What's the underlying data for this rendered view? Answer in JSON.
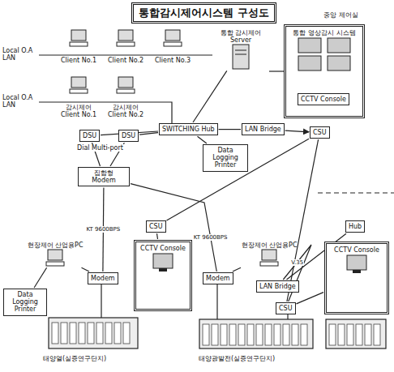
{
  "diagram": {
    "title": "통합감시제어시스템 구성도",
    "nodes": [
      {
        "text": [
          "Client No.1"
        ]
      },
      {
        "text": [
          "Client No.2"
        ]
      },
      {
        "text": [
          "Client No.3"
        ]
      },
      {
        "text": [
          "감시제어 Client No.1"
        ]
      },
      {
        "text": [
          "감시제어 Client No.2"
        ]
      },
      {
        "text": [
          "통합 감시제어 Server"
        ]
      },
      {
        "text": [
          "통합 영상감시 시스템"
        ]
      },
      {
        "text": [
          "CCTV Console"
        ],
        "in": 6
      },
      {
        "text": [
          "SWITCHING Hub"
        ]
      },
      {
        "text": [
          "Data Logging Printer"
        ]
      },
      {
        "text": [
          "LAN Bridge"
        ]
      },
      {
        "text": [
          "CSU"
        ]
      },
      {
        "text": [
          "DSU"
        ]
      },
      {
        "text": [
          "DSU"
        ]
      },
      {
        "text": [
          "집합형 Modem"
        ]
      },
      {
        "text": [
          "현장제어 산업용PC"
        ]
      },
      {
        "text": [
          "Modem"
        ]
      },
      {
        "text": [
          "Data Logging Printer"
        ]
      },
      {
        "text": [
          "CSU"
        ]
      },
      {
        "text": [
          "CCTV Console"
        ]
      },
      {
        "text": [
          "현장제어 산업용PC"
        ]
      },
      {
        "text": [
          "Modem"
        ]
      },
      {
        "text": [
          "LAN Bridge"
        ]
      },
      {
        "text": [
          "CSU"
        ]
      },
      {
        "text": [
          "Hub"
        ]
      },
      {
        "text": [
          "CCTV Console"
        ]
      }
    ],
    "edges": [
      {
        "from": 8,
        "to": 5,
        "arrow": "none"
      },
      {
        "from": 8,
        "to": 10,
        "arrow": "none"
      },
      {
        "from": 10,
        "to": 11,
        "arrow": "to"
      },
      {
        "from": 8,
        "to": 12,
        "arrow": "none"
      },
      {
        "from": 8,
        "to": 13,
        "arrow": "none"
      },
      {
        "from": 12,
        "to": 14,
        "arrow": "none"
      },
      {
        "from": 13,
        "to": 14,
        "arrow": "none"
      },
      {
        "from": 14,
        "to": 16,
        "label": "KT 9600BPS",
        "arrow": "none"
      },
      {
        "from": 14,
        "to": 21,
        "label": "KT 9600BPS",
        "arrow": "none"
      },
      {
        "from": 11,
        "to": 18,
        "arrow": "none"
      },
      {
        "from": 11,
        "to": 23,
        "arrow": "none"
      },
      {
        "from": 23,
        "to": 22,
        "label": "V.35",
        "arrow": "none"
      },
      {
        "from": 22,
        "to": 24,
        "arrow": "none"
      },
      {
        "from": 18,
        "to": 19,
        "arrow": "none"
      },
      {
        "from": 16,
        "to": 15,
        "arrow": "none"
      },
      {
        "from": 15,
        "to": 17,
        "arrow": "none"
      },
      {
        "from": 21,
        "to": 20,
        "arrow": "none"
      },
      {
        "from": 23,
        "to": 25,
        "arrow": "none"
      },
      {
        "from": 8,
        "to": 9,
        "arrow": "none"
      }
    ],
    "labels": [
      "중앙 제어실",
      "Local O.A LAN",
      "Local O.A LAN",
      "Dial Multi-port",
      "태양열(실증연구단지)",
      "태양광발전(실증연구단지)"
    ]
  }
}
